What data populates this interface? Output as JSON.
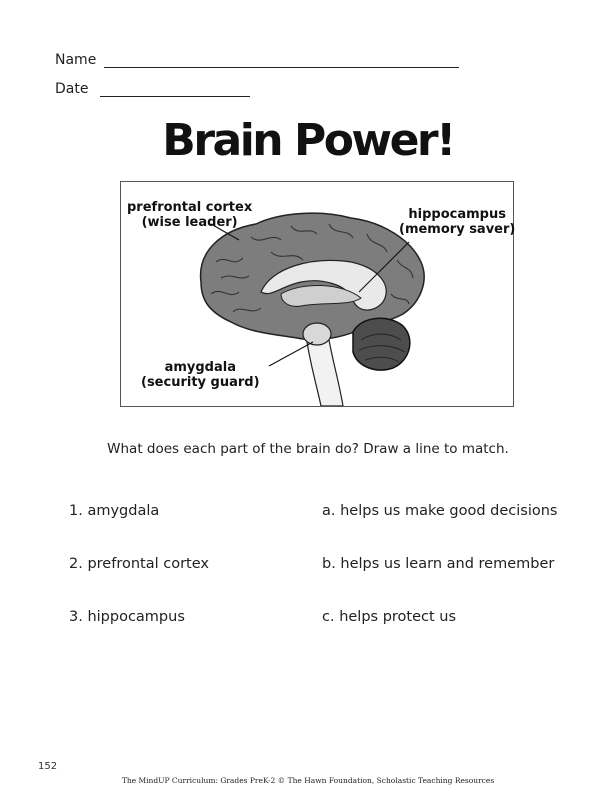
{
  "header": {
    "name_label": "Name",
    "date_label": "Date"
  },
  "title": "Brain Power!",
  "figure": {
    "labels": {
      "prefrontal": {
        "name": "prefrontal cortex",
        "role": "(wise leader)"
      },
      "hippocampus": {
        "name": "hippocampus",
        "role": "(memory saver)"
      },
      "amygdala": {
        "name": "amygdala",
        "role": "(security guard)"
      }
    }
  },
  "instruction": "What does each part of the brain do? Draw a line to match.",
  "terms": [
    {
      "text": "1. amygdala"
    },
    {
      "text": "2. prefrontal cortex"
    },
    {
      "text": "3. hippocampus"
    }
  ],
  "definitions": [
    {
      "text": "a. helps us make good decisions"
    },
    {
      "text": "b. helps us learn and remember"
    },
    {
      "text": "c. helps protect us"
    }
  ],
  "footer": {
    "page_number": "152",
    "credit": "The MindUP Curriculum: Grades PreK-2 © The Hawn Foundation, Scholastic Teaching Resources"
  }
}
